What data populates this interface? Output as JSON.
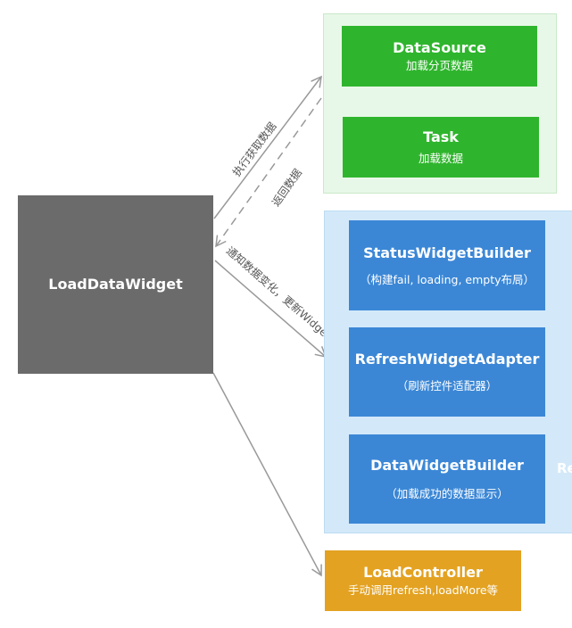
{
  "load_data_widget": {
    "title": "LoadDataWidget"
  },
  "data_group": {
    "data_source": {
      "title": "DataSource",
      "subtitle": "加载分页数据"
    },
    "task": {
      "title": "Task",
      "subtitle": "加载数据"
    }
  },
  "ui_group": {
    "status_builder": {
      "title": "StatusWidgetBuilder",
      "subtitle": "（构建fail, loading, empty布局）"
    },
    "refresh_adapter": {
      "title": "RefreshWidgetAdapter",
      "subtitle": "（刷新控件适配器）"
    },
    "data_builder": {
      "title": "DataWidgetBuilder",
      "subtitle": "（加载成功的数据显示）"
    },
    "clipped_label": "Re"
  },
  "load_controller": {
    "title": "LoadController",
    "subtitle": "手动调用refresh,loadMore等"
  },
  "edges": {
    "fetch": "执行获取数据",
    "return": "返回数据",
    "notify": "通知数据变化，更新Widget"
  },
  "colors": {
    "gray_node": "#6b6b6b",
    "green_node": "#2fb52d",
    "green_group_bg": "#e8f8e8",
    "blue_node": "#3b87d6",
    "blue_group_bg": "#d3e9fa",
    "orange_node": "#e3a221",
    "arrow": "#999999"
  }
}
